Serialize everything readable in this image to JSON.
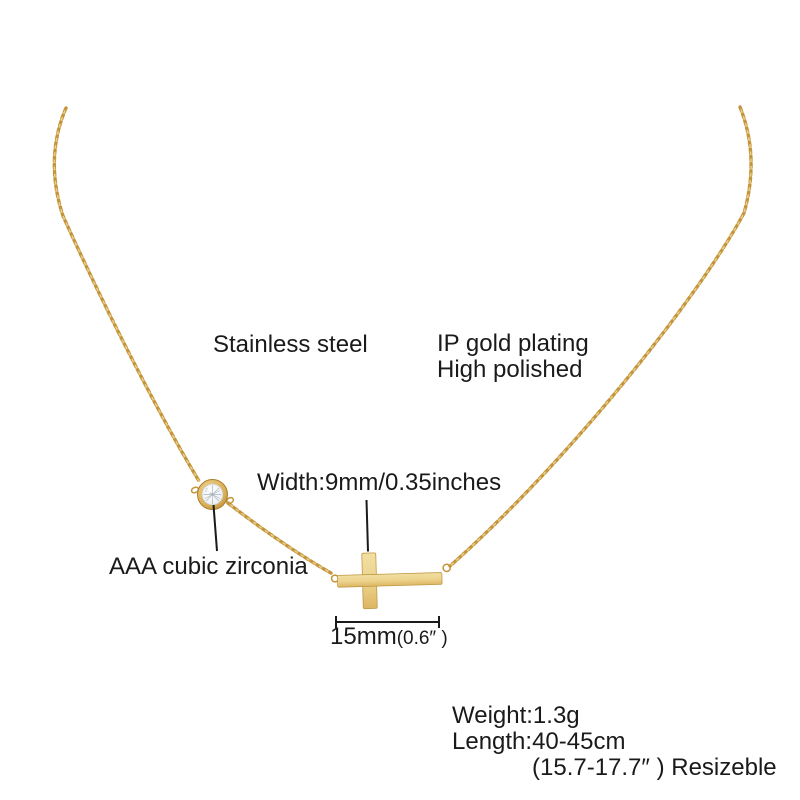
{
  "illustration": {
    "name": "gold-sideways-cross-necklace-with-zirconia",
    "elements": [
      "chain",
      "cubic-zirconia-stone",
      "sideways-cross-pendant",
      "measurement-bracket"
    ]
  },
  "annotations": {
    "material": "Stainless steel",
    "plating_line1": "IP gold plating",
    "plating_line2": "High polished",
    "pendant_width": "Width:9mm/0.35inches",
    "stone": "AAA cubic zirconia",
    "cross_length_mm": "15mm",
    "cross_length_in": "(0.6″ )",
    "weight": "Weight:1.3g",
    "chain_length": "Length:40-45cm",
    "resizable": "(15.7-17.7″ ) Resizeble"
  },
  "colors": {
    "background": "#ffffff",
    "annotation_text": "#1a1a1a",
    "chain_gold": "#c4953a",
    "chain_gold_light": "#e9cf8e",
    "cross_gold_light": "#f2dfa2",
    "cross_gold_dark": "#ddb561",
    "cross_outline": "#c09a45",
    "bezel_gold": "#d9ae57",
    "stone_white": "#f4f7f9"
  }
}
